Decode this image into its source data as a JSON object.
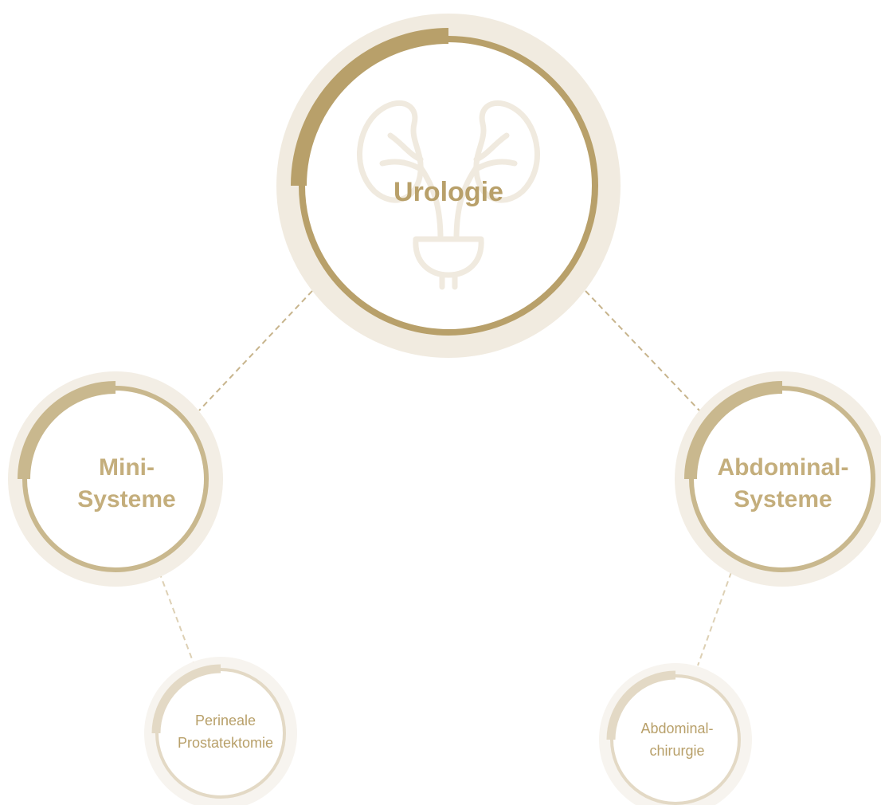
{
  "colors": {
    "gold": "#b8a06a",
    "gold_light": "#c9b88e",
    "gold_pale": "#d8cbad",
    "halo": "#f1ebe0",
    "halo_light": "#f6f3ee",
    "connector": "#c7b48c",
    "icon_stroke": "#f0eadf"
  },
  "nodes": {
    "urologie": {
      "lines": [
        "Urologie"
      ],
      "icon": "kidney-urinary-tract-icon"
    },
    "mini": {
      "lines": [
        "Mini-",
        "Systeme"
      ]
    },
    "abdominal": {
      "lines": [
        "Abdominal-",
        "Systeme"
      ]
    },
    "perineale": {
      "lines": [
        "Perineale",
        "Prostatektomie"
      ]
    },
    "abdominalchirurgie": {
      "lines": [
        "Abdominal-",
        "chirurgie"
      ]
    }
  }
}
